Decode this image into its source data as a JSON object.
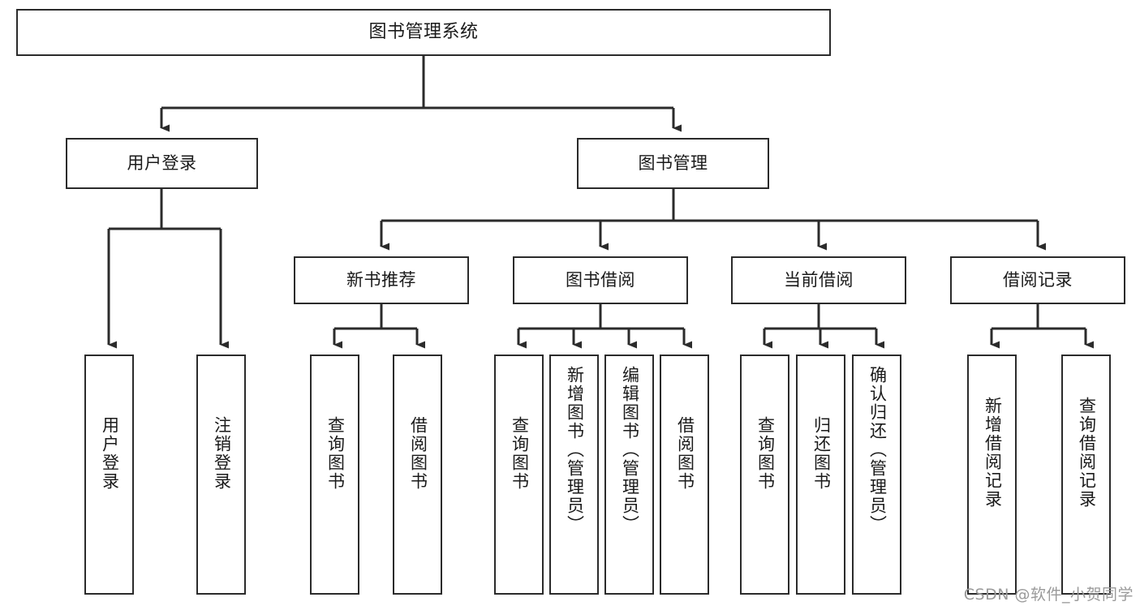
{
  "diagram": {
    "title": "图书管理系统",
    "type": "tree-hierarchy",
    "watermark": "CSDN @软件_小贺同学",
    "colors": {
      "box_border": "#2b2b2b",
      "box_fill": "#ffffff",
      "connector": "#2b2b2b",
      "text": "#1a1a1a",
      "watermark": "#9a9a9a"
    },
    "levels": {
      "root": {
        "label": "图书管理系统"
      },
      "level2": [
        {
          "id": "user-login",
          "label": "用户登录"
        },
        {
          "id": "book-management",
          "label": "图书管理"
        }
      ],
      "level3": [
        {
          "id": "new-book-recommend",
          "label": "新书推荐"
        },
        {
          "id": "book-borrow",
          "label": "图书借阅"
        },
        {
          "id": "current-borrow",
          "label": "当前借阅"
        },
        {
          "id": "borrow-record",
          "label": "借阅记录"
        }
      ],
      "leaves": {
        "user_login": [
          {
            "id": "leaf-user-login",
            "label": "用户登录"
          },
          {
            "id": "leaf-logout-login",
            "label": "注销登录"
          }
        ],
        "new_book_recommend": [
          {
            "id": "leaf-query-book-1",
            "label": "查询图书"
          },
          {
            "id": "leaf-borrow-book-1",
            "label": "借阅图书"
          }
        ],
        "book_borrow": [
          {
            "id": "leaf-query-book-2",
            "label": "查询图书"
          },
          {
            "id": "leaf-add-book-admin",
            "label": "新增图书（管理员）"
          },
          {
            "id": "leaf-edit-book-admin",
            "label": "编辑图书（管理员）"
          },
          {
            "id": "leaf-borrow-book-2",
            "label": "借阅图书"
          }
        ],
        "current_borrow": [
          {
            "id": "leaf-query-book-3",
            "label": "查询图书"
          },
          {
            "id": "leaf-return-book",
            "label": "归还图书"
          },
          {
            "id": "leaf-confirm-return-admin",
            "label": "确认归还（管理员）"
          }
        ],
        "borrow_record": [
          {
            "id": "leaf-add-borrow-record",
            "label": "新增借阅记录"
          },
          {
            "id": "leaf-query-borrow-record",
            "label": "查询借阅记录"
          }
        ]
      }
    }
  }
}
